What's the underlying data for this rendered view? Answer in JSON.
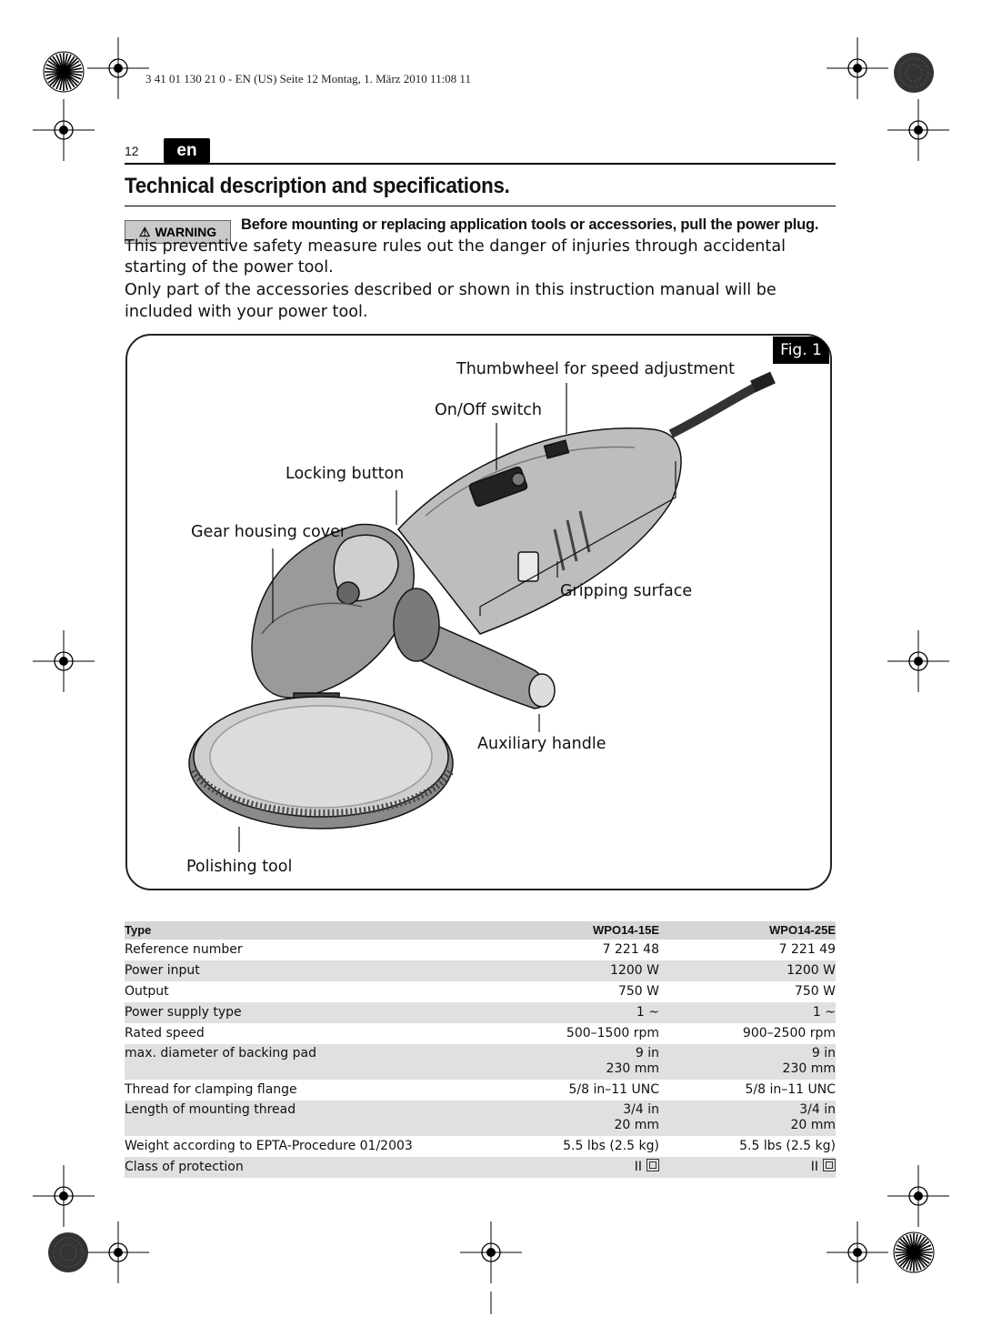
{
  "printline": "3 41 01 130 21 0 - EN (US)  Seite 12  Montag, 1. März 2010  11:08 11",
  "page": {
    "number": "12",
    "lang": "en"
  },
  "title": "Technical description and specifications.",
  "warning": {
    "badge": "WARNING",
    "bold_text": "Before mounting or replacing application tools or accessories, pull the power plug.",
    "text": " This preventive safety measure rules out the danger of injuries through accidental starting of the power tool."
  },
  "intro": "Only part of the accessories described or shown in this instruction manual will be included with your power tool.",
  "figure": {
    "label": "Fig. 1",
    "callouts": {
      "thumbwheel": "Thumbwheel for speed adjustment",
      "onoff": "On/Off switch",
      "locking": "Locking button",
      "gear": "Gear housing cover",
      "gripping": "Gripping surface",
      "auxiliary": "Auxiliary handle",
      "polishing": "Polishing tool"
    }
  },
  "spec_table": {
    "headers": [
      "Type",
      "WPO14-15E",
      "WPO14-25E"
    ],
    "rows": [
      {
        "label": "Reference number",
        "a": "7 221 48",
        "b": "7 221 49"
      },
      {
        "label": "Power input",
        "a": "1200 W",
        "b": "1200 W"
      },
      {
        "label": "Output",
        "a": "750 W",
        "b": "750 W"
      },
      {
        "label": "Power supply type",
        "a": "1 ~",
        "b": "1 ~"
      },
      {
        "label": "Rated speed",
        "a": "500–1500 rpm",
        "b": "900–2500 rpm"
      },
      {
        "label": "max. diameter of backing pad",
        "a": "9 in",
        "a2": "230 mm",
        "b": "9 in",
        "b2": "230 mm"
      },
      {
        "label": "Thread for clamping flange",
        "a": "5/8 in–11 UNC",
        "b": "5/8 in–11 UNC"
      },
      {
        "label": "Length of mounting thread",
        "a": "3/4 in",
        "a2": "20 mm",
        "b": "3/4 in",
        "b2": "20 mm"
      },
      {
        "label": "Weight according to EPTA-Procedure 01/2003",
        "a": "5.5 lbs (2.5 kg)",
        "b": "5.5 lbs (2.5 kg)"
      },
      {
        "label": "Class of protection",
        "a": "II",
        "b": "II"
      }
    ]
  }
}
